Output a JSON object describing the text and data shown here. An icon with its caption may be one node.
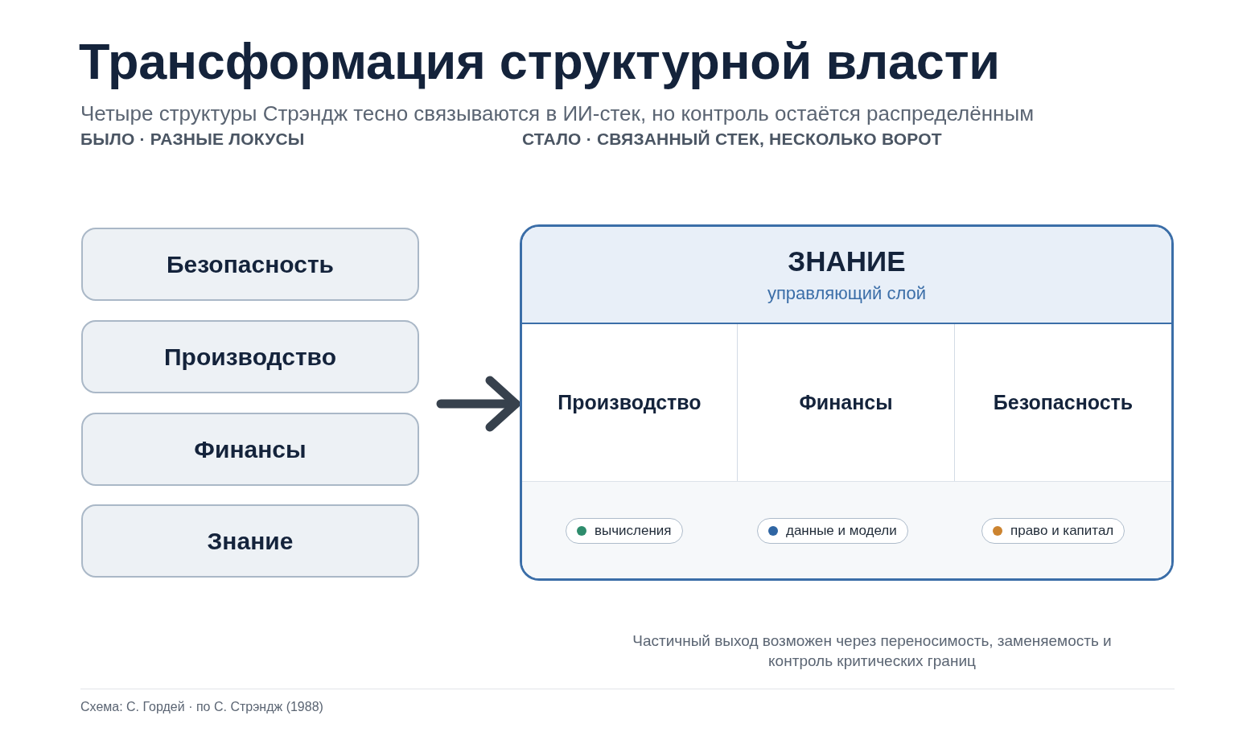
{
  "diagram": {
    "title": "Трансформация структурной власти",
    "nodes": [
      {
        "text": [
          "Безопасность"
        ]
      },
      {
        "text": [
          "Производство"
        ]
      },
      {
        "text": [
          "Финансы"
        ]
      },
      {
        "text": [
          "Знание"
        ]
      },
      {
        "text": [],
        "shape": "box"
      },
      {
        "text": [
          "ЗНАНИЕ",
          "управляющий слой"
        ],
        "in": 4
      },
      {
        "text": [
          "Производство"
        ],
        "in": 4
      },
      {
        "text": [
          "Финансы"
        ],
        "in": 4
      },
      {
        "text": [
          "Безопасность"
        ],
        "in": 4
      },
      {
        "text": [],
        "shape": "box",
        "in": 4
      },
      {
        "text": [
          "вычисления"
        ],
        "in": 9
      },
      {
        "text": [
          "данные и модели"
        ],
        "in": 9
      },
      {
        "text": [
          "право и капитал"
        ],
        "in": 9
      }
    ],
    "edges": [
      {
        "from": null,
        "to": 4,
        "arrow": "to"
      }
    ],
    "labels": [
      "Четыре структуры Стрэндж тесно связываются в ИИ-стек, но контроль остаётся распределённым",
      "БЫЛО · РАЗНЫЕ ЛОКУСЫ",
      "СТАЛО · СВЯЗАННЫЙ СТЕК, НЕСКОЛЬКО ВОРОТ",
      "Частичный выход возможен через переносимость, заменяемость и контроль критических границ",
      "Схема: С. Гордей · по С. Стрэндж (1988)"
    ]
  }
}
